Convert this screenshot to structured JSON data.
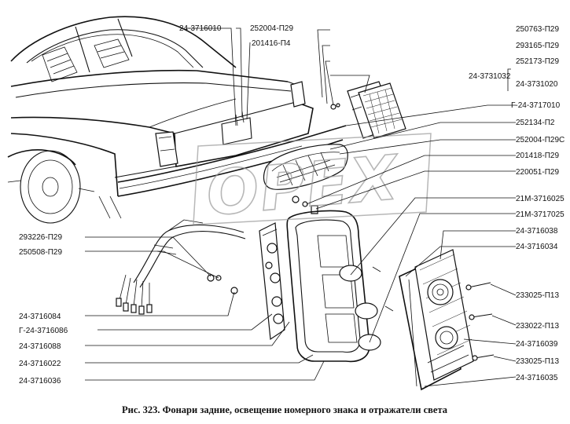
{
  "figure": {
    "caption": "Рис. 323. Фонари задние, освещение номерного знака и отражатели света"
  },
  "watermark": {
    "text": "OPEX"
  },
  "labels": [
    {
      "id": "l1",
      "text": "24-3716010"
    },
    {
      "id": "l2",
      "text": "252004-П29"
    },
    {
      "id": "l3",
      "text": "201416-П4"
    },
    {
      "id": "l4",
      "text": "250763-П29"
    },
    {
      "id": "l5",
      "text": "293165-П29"
    },
    {
      "id": "l6",
      "text": "252173-П29"
    },
    {
      "id": "l7",
      "text": "24-3731032"
    },
    {
      "id": "l8",
      "text": "24-3731020"
    },
    {
      "id": "l9",
      "text": "Г-24-3717010"
    },
    {
      "id": "l10",
      "text": "252134-П2"
    },
    {
      "id": "l11",
      "text": "252004-П29С"
    },
    {
      "id": "l12",
      "text": "201418-П29"
    },
    {
      "id": "l13",
      "text": "220051-П29"
    },
    {
      "id": "l14",
      "text": "21М-3716025"
    },
    {
      "id": "l15",
      "text": "21М-3717025"
    },
    {
      "id": "l16",
      "text": "24-3716038"
    },
    {
      "id": "l17",
      "text": "24-3716034"
    },
    {
      "id": "l18",
      "text": "293226-П29"
    },
    {
      "id": "l19",
      "text": "250508-П29"
    },
    {
      "id": "l20",
      "text": "233025-П13"
    },
    {
      "id": "l21",
      "text": "233022-П13"
    },
    {
      "id": "l22",
      "text": "24-3716039"
    },
    {
      "id": "l23",
      "text": "233025-П13"
    },
    {
      "id": "l24",
      "text": "24-3716035"
    },
    {
      "id": "l25",
      "text": "24-3716084"
    },
    {
      "id": "l26",
      "text": "Г-24-3716086"
    },
    {
      "id": "l27",
      "text": "24-3716088"
    },
    {
      "id": "l28",
      "text": "24-3716022"
    },
    {
      "id": "l29",
      "text": "24-3716036"
    }
  ]
}
